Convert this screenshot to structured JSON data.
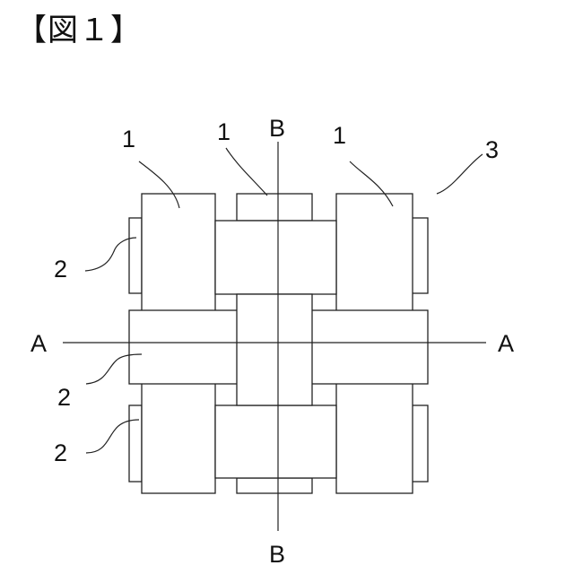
{
  "figure": {
    "title": "【図１】",
    "labels": {
      "weft_top_left": "1",
      "weft_top_center": "1",
      "weft_top_right": "1",
      "fabric": "3",
      "warp_upper": "2",
      "warp_middle": "2",
      "warp_lower": "2",
      "section_a_left": "A",
      "section_a_right": "A",
      "section_b_top": "B",
      "section_b_bottom": "B"
    }
  }
}
